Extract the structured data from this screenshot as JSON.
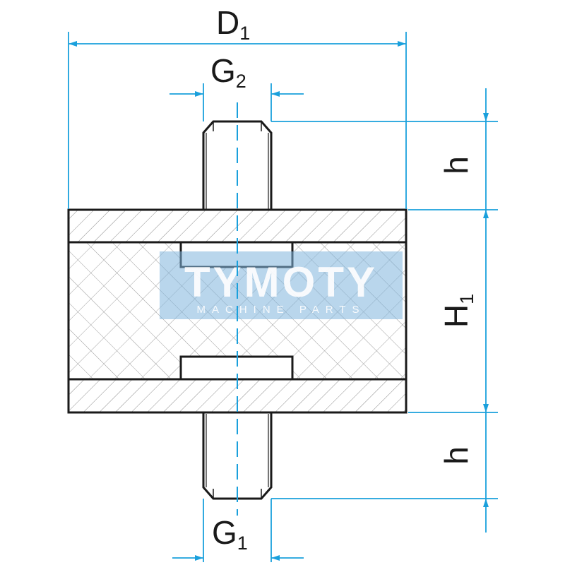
{
  "labels": {
    "d1": {
      "main": "D",
      "sub": "1"
    },
    "g2": {
      "main": "G",
      "sub": "2"
    },
    "g1": {
      "main": "G",
      "sub": "1"
    },
    "h_top": "h",
    "h_bottom": "h",
    "h1": {
      "main": "H",
      "sub": "1"
    }
  },
  "watermark": {
    "brand": "TYMOTY",
    "tagline": "MACHINE PARTS"
  },
  "colors": {
    "outline": "#1a1a1a",
    "dimension": "#1aa0dc",
    "hatch": "#8c8c8c",
    "watermark": "#7fb4dc"
  }
}
